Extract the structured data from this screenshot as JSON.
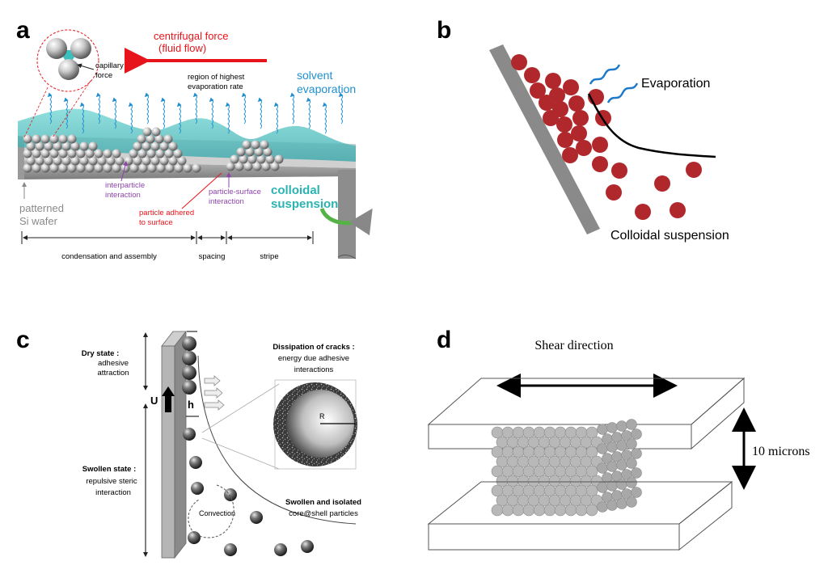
{
  "panels": {
    "a": {
      "letter": "a",
      "centrifugal_line1": "centrifugal force",
      "centrifugal_line2": "(fluid flow)",
      "capillary_line1": "capillary",
      "capillary_line2": "force",
      "evap_region_line1": "region of highest",
      "evap_region_line2": "evaporation rate",
      "solvent_line1": "solvent",
      "solvent_line2": "evaporation",
      "colloidal_line1": "colloidal",
      "colloidal_line2": "suspension",
      "interparticle_line1": "interparticle",
      "interparticle_line2": "interaction",
      "particle_surface_line1": "particle-surface",
      "particle_surface_line2": "interaction",
      "adhered_line1": "particle adhered",
      "adhered_line2": "to surface",
      "wafer_line1": "patterned",
      "wafer_line2": "Si wafer",
      "dim_condensation": "condensation and assembly",
      "dim_spacing": "spacing",
      "dim_stripe": "stripe",
      "colors": {
        "teal": "#3bbfbf",
        "red": "#e8141b",
        "blue": "#1f8fd0",
        "purple": "#8e44ad"
      }
    },
    "b": {
      "letter": "b",
      "evaporation": "Evaporation",
      "colloidal": "Colloidal suspension",
      "colors": {
        "particle": "#b0282c",
        "wall": "#8a8a8a",
        "wave": "#1f78c8"
      }
    },
    "c": {
      "letter": "c",
      "dry_line1": "Dry state :",
      "dry_line2": "adhesive",
      "dry_line3": "attraction",
      "swollen_line1": "Swollen state :",
      "swollen_line2": "repulsive steric",
      "swollen_line3": "interaction",
      "dissipation_line1": "Dissipation of cracks :",
      "dissipation_line2": "energy due adhesive",
      "dissipation_line3": "interactions",
      "isolated_line1": "Swollen and isolated",
      "isolated_line2": "core@shell particles",
      "convection": "Convection",
      "u_label": "U",
      "h_label": "h",
      "r_label": "R"
    },
    "d": {
      "letter": "d",
      "shear": "Shear direction",
      "microns": "10 microns"
    }
  }
}
